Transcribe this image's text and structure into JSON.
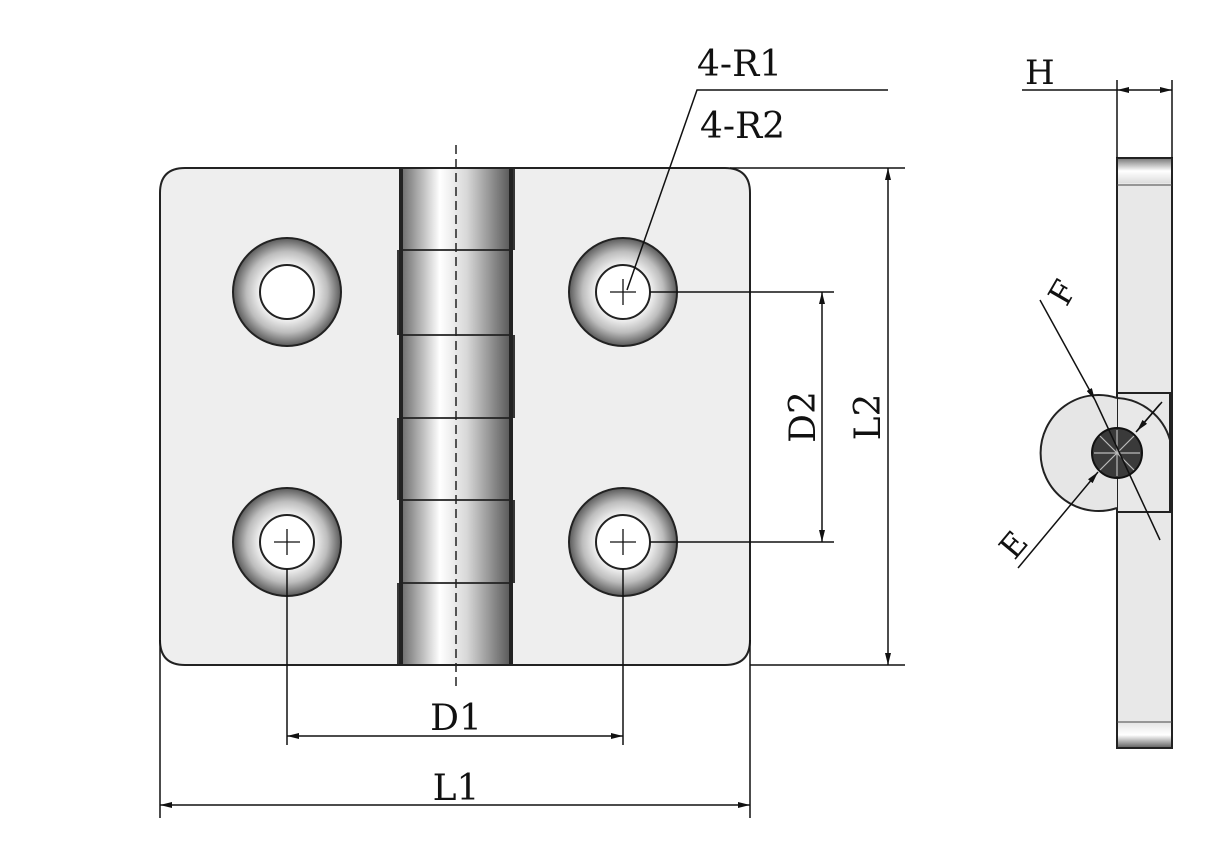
{
  "labels": {
    "radius_outer": "4-R1",
    "radius_inner": "4-R2",
    "thickness": "H",
    "hole_pitch_horizontal": "D1",
    "overall_length": "L1",
    "hole_pitch_vertical": "D2",
    "overall_height": "L2",
    "knuckle_diameter": "F",
    "pin_diameter": "E"
  },
  "colors": {
    "line": "#111111",
    "plate_fill": "#eeeeee",
    "knuckle_dark": "#6e6e6e",
    "knuckle_light": "#ffffff",
    "pin": "#3a3a3a"
  }
}
